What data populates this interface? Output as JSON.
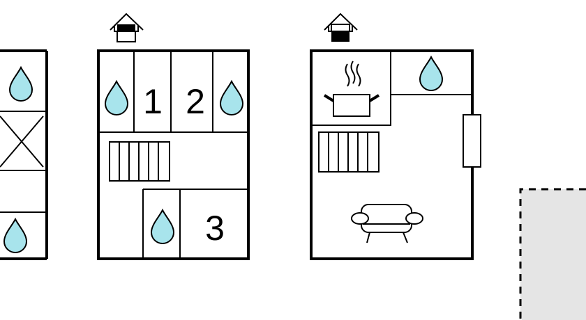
{
  "rooms": {
    "bedroom_1": "1",
    "bedroom_2": "2",
    "bedroom_3": "3"
  },
  "colors": {
    "water_drop": "#a8e4ec",
    "other_floor": "#e5e5e5",
    "wall": "#000000"
  },
  "icons": {
    "bathroom": "water-drop-icon",
    "stairs": "stairs-icon",
    "kitchen": "cooking-pot-icon",
    "living": "sofa-icon",
    "floor_marker": "house-floor-icon",
    "balcony": "window-icon"
  }
}
